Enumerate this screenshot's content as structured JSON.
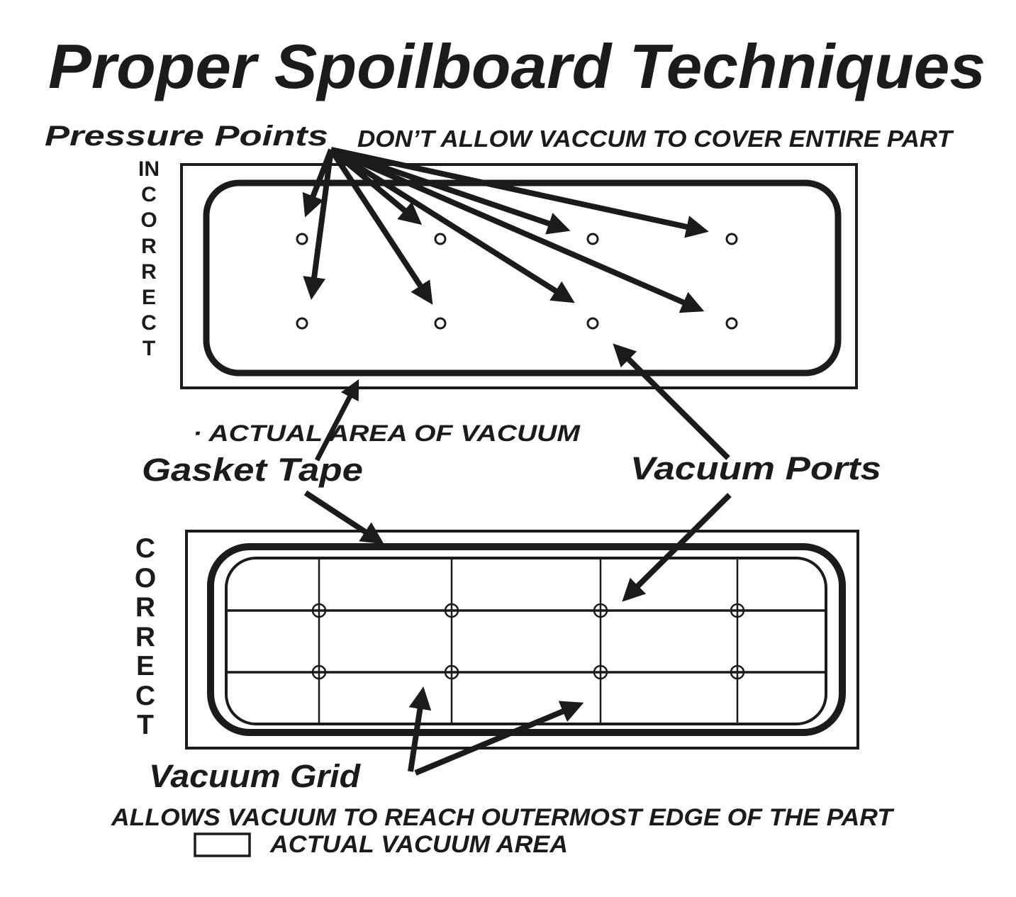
{
  "ink_color": "#1b1b1b",
  "background_color": "#ffffff",
  "title": "Proper Spoilboard Techniques",
  "incorrect_section": {
    "side_label": "INCORRECT",
    "pressure_points_label": "Pressure Points",
    "warning_label": "DON’T ALLOW VACCUM TO COVER ENTIRE PART",
    "vacuum_area_note": "· ACTUAL AREA OF VACUUM",
    "vacuum_port_count": 8
  },
  "middle_labels": {
    "gasket_tape": "Gasket Tape",
    "vacuum_ports": "Vacuum Ports"
  },
  "correct_section": {
    "side_label": "CORRECT",
    "vacuum_grid_label": "Vacuum Grid",
    "benefit_label": "ALLOWS VACUUM TO REACH OUTERMOST EDGE OF THE PART",
    "legend_label": "ACTUAL VACUUM AREA",
    "grid_port_count": 8
  }
}
